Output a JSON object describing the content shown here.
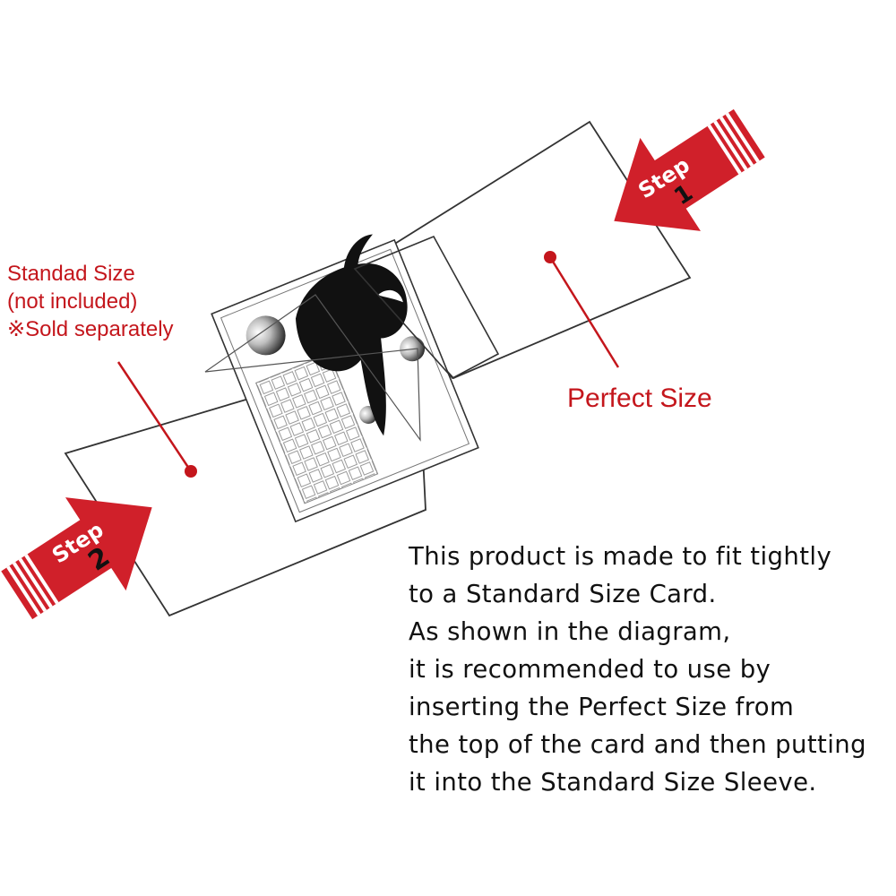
{
  "colors": {
    "accent_red": "#c4161c",
    "line": "#333333",
    "text": "#111111"
  },
  "labels": {
    "standard_size": [
      "Standad Size",
      "(not included)",
      "※Sold separately"
    ],
    "perfect_size": "Perfect Size"
  },
  "steps": {
    "step1": {
      "word": "Step",
      "number": "1"
    },
    "step2": {
      "word": "Step",
      "number": "2"
    }
  },
  "instructions": [
    "This product is made to fit tightly",
    "to a Standard Size Card.",
    "As shown in the diagram,",
    "it is recommended to use by",
    "inserting the Perfect Size from",
    "the top of the card and then putting",
    "it into the Standard Size Sleeve."
  ],
  "icons": {
    "arrow_step1": "arrow-down-left-icon",
    "arrow_step2": "arrow-up-right-icon",
    "card_art": "dragon-illustration"
  }
}
